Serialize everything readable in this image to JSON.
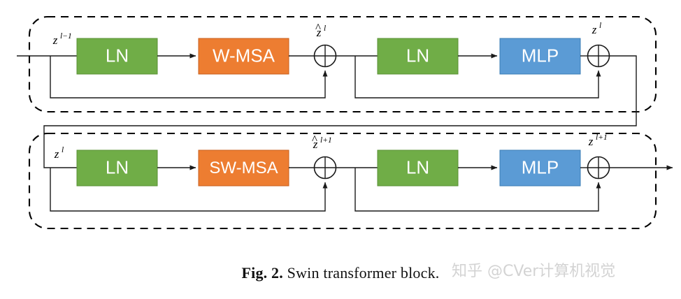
{
  "figure": {
    "caption_prefix": "Fig. 2.",
    "caption_text": "Swin transformer block.",
    "watermark": "知乎 @CVer计算机视觉"
  },
  "palette": {
    "ln_green": "#70AD47",
    "msa_orange": "#ED7D31",
    "mlp_blue": "#5B9BD5",
    "wire": "#1A1A1A",
    "background": "#FFFFFF",
    "block_text": "#FFFFFF"
  },
  "blocks": {
    "row1_ln1": "LN",
    "row1_attn": "W-MSA",
    "row1_ln2": "LN",
    "row1_mlp": "MLP",
    "row2_ln1": "LN",
    "row2_attn": "SW-MSA",
    "row2_ln2": "LN",
    "row2_mlp": "MLP"
  },
  "signals": {
    "row1_input_base": "z",
    "row1_input_sup": "l−1",
    "row1_mid_base": "z",
    "row1_mid_sup": "l",
    "row1_mid_hat": true,
    "row1_output_base": "z",
    "row1_output_sup": "l",
    "row2_input_base": "z",
    "row2_input_sup": "l",
    "row2_mid_base": "z",
    "row2_mid_sup": "l+1",
    "row2_mid_hat": true,
    "row2_output_base": "z",
    "row2_output_sup": "l+1"
  },
  "operators": {
    "add_glyph": "⊕",
    "add_name": "element-wise-addition"
  }
}
